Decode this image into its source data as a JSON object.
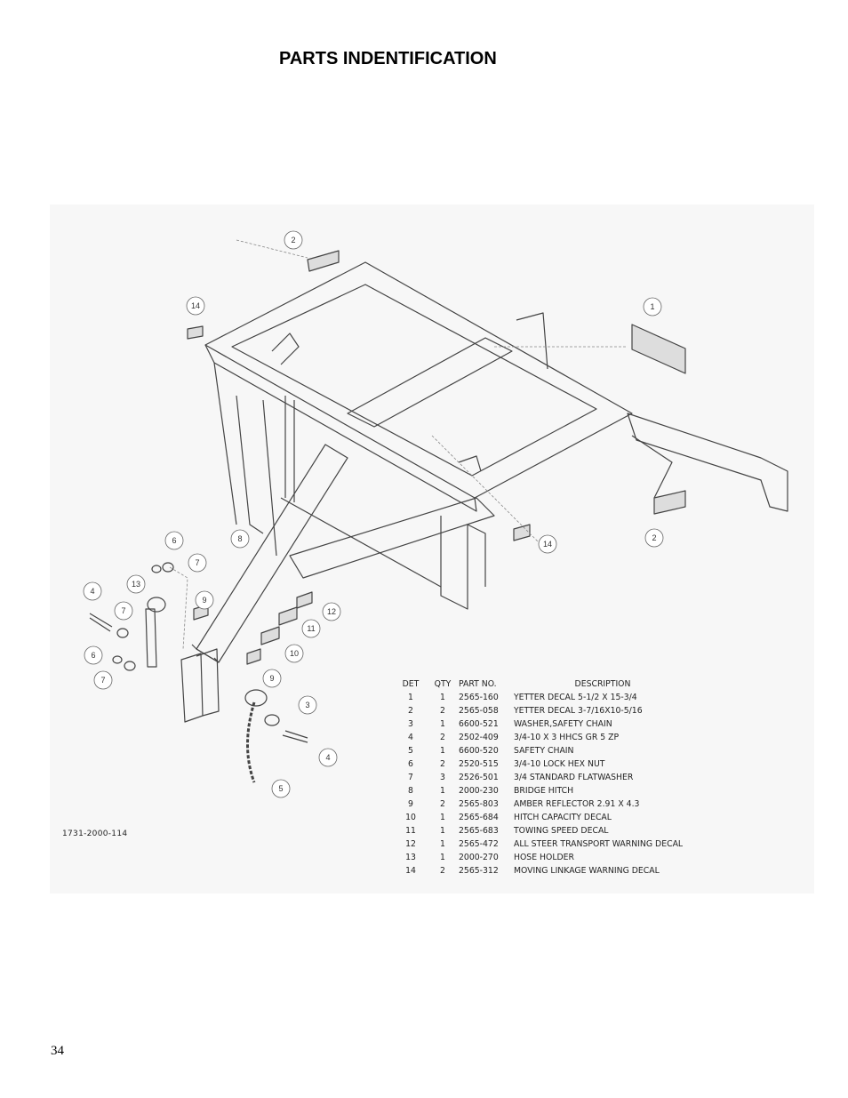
{
  "page": {
    "title": "PARTS INDENTIFICATION",
    "page_number": "34"
  },
  "drawing": {
    "drawing_number": "1731-2000-114",
    "balloons": [
      {
        "label": "2"
      },
      {
        "label": "14"
      },
      {
        "label": "1"
      },
      {
        "label": "14"
      },
      {
        "label": "2"
      },
      {
        "label": "8"
      },
      {
        "label": "6"
      },
      {
        "label": "7"
      },
      {
        "label": "13"
      },
      {
        "label": "4"
      },
      {
        "label": "7"
      },
      {
        "label": "9"
      },
      {
        "label": "12"
      },
      {
        "label": "11"
      },
      {
        "label": "10"
      },
      {
        "label": "6"
      },
      {
        "label": "7"
      },
      {
        "label": "9"
      },
      {
        "label": "3"
      },
      {
        "label": "4"
      },
      {
        "label": "5"
      }
    ]
  },
  "parts_table": {
    "headers": {
      "det": "DET",
      "qty": "QTY",
      "part_no": "PART NO.",
      "description": "DESCRIPTION"
    },
    "rows": [
      {
        "det": "1",
        "qty": "1",
        "part_no": "2565-160",
        "description": "YETTER DECAL 5-1/2 X 15-3/4"
      },
      {
        "det": "2",
        "qty": "2",
        "part_no": "2565-058",
        "description": "YETTER DECAL 3-7/16X10-5/16"
      },
      {
        "det": "3",
        "qty": "1",
        "part_no": "6600-521",
        "description": "WASHER,SAFETY CHAIN"
      },
      {
        "det": "4",
        "qty": "2",
        "part_no": "2502-409",
        "description": "3/4-10 X 3 HHCS GR 5 ZP"
      },
      {
        "det": "5",
        "qty": "1",
        "part_no": "6600-520",
        "description": "SAFETY CHAIN"
      },
      {
        "det": "6",
        "qty": "2",
        "part_no": "2520-515",
        "description": "3/4-10 LOCK HEX NUT"
      },
      {
        "det": "7",
        "qty": "3",
        "part_no": "2526-501",
        "description": "3/4 STANDARD FLATWASHER"
      },
      {
        "det": "8",
        "qty": "1",
        "part_no": "2000-230",
        "description": "BRIDGE HITCH"
      },
      {
        "det": "9",
        "qty": "2",
        "part_no": "2565-803",
        "description": "AMBER REFLECTOR 2.91 X 4.3"
      },
      {
        "det": "10",
        "qty": "1",
        "part_no": "2565-684",
        "description": "HITCH CAPACITY DECAL"
      },
      {
        "det": "11",
        "qty": "1",
        "part_no": "2565-683",
        "description": "TOWING SPEED DECAL"
      },
      {
        "det": "12",
        "qty": "1",
        "part_no": "2565-472",
        "description": "ALL STEER TRANSPORT WARNING DECAL"
      },
      {
        "det": "13",
        "qty": "1",
        "part_no": "2000-270",
        "description": "HOSE HOLDER"
      },
      {
        "det": "14",
        "qty": "2",
        "part_no": "2565-312",
        "description": "MOVING LINKAGE WARNING DECAL"
      }
    ]
  }
}
